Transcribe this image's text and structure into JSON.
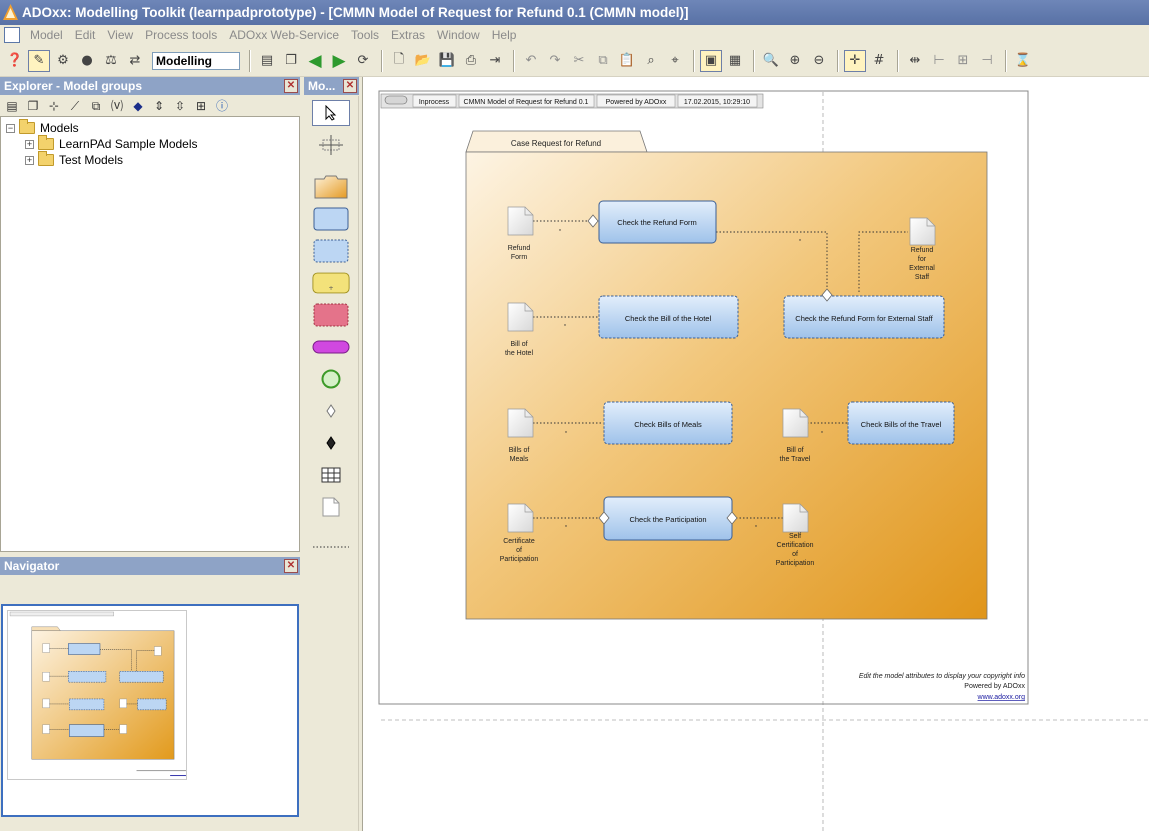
{
  "window": {
    "title": "ADOxx: Modelling Toolkit (learnpadprototype) - [CMMN Model of Request for Refund 0.1 (CMMN model)]"
  },
  "menu": {
    "items": [
      "Model",
      "Edit",
      "View",
      "Process tools",
      "ADOxx Web-Service",
      "Tools",
      "Extras",
      "Window",
      "Help"
    ]
  },
  "toolbar": {
    "mode": "Modelling"
  },
  "explorer": {
    "title": "Explorer - Model groups",
    "tree": {
      "root": "Models",
      "children": [
        "LearnPAd Sample Models",
        "Test Models"
      ]
    }
  },
  "navigator": {
    "title": "Navigator"
  },
  "palette": {
    "title": "Mo..."
  },
  "canvas": {
    "header": {
      "status": "Inprocess",
      "model_name": "CMMN Model of Request for Refund 0.1",
      "powered": "Powered by ADOxx",
      "timestamp": "17.02.2015, 10:29:10"
    },
    "case_title": "Case Request for Refund",
    "tasks": {
      "check_refund_form": "Check the Refund Form",
      "check_bill_hotel": "Check the Bill of the Hotel",
      "check_refund_external": "Check the Refund Form for External Staff",
      "check_bills_meals": "Check Bills of Meals",
      "check_bills_travel": "Check Bills of the Travel",
      "check_participation": "Check the Participation"
    },
    "documents": {
      "refund_form": [
        "Refund",
        "Form"
      ],
      "refund_external": [
        "Refund",
        "for",
        "External",
        "Staff"
      ],
      "bill_hotel": [
        "Bill of",
        "the Hotel"
      ],
      "bills_meals": [
        "Bills of",
        "Meals"
      ],
      "bill_travel": [
        "Bill of",
        "the Travel"
      ],
      "certificate": [
        "Certificate",
        "of",
        "Participation"
      ],
      "self_certification": [
        "Self",
        "Certification",
        "of",
        "Participation"
      ]
    },
    "footer": {
      "copyright": "Edit the model attributes to display your copyright info",
      "powered": "Powered by ADOxx",
      "link": "www.adoxx.org"
    }
  },
  "colors": {
    "titlebar": "#5e77aa",
    "panel_header": "#8ea3c6",
    "case_plan_top": "#fdf3e2",
    "case_plan_bottom": "#e29a1c",
    "task_fill": "#bcd6f3",
    "task_border": "#3b5f95"
  }
}
